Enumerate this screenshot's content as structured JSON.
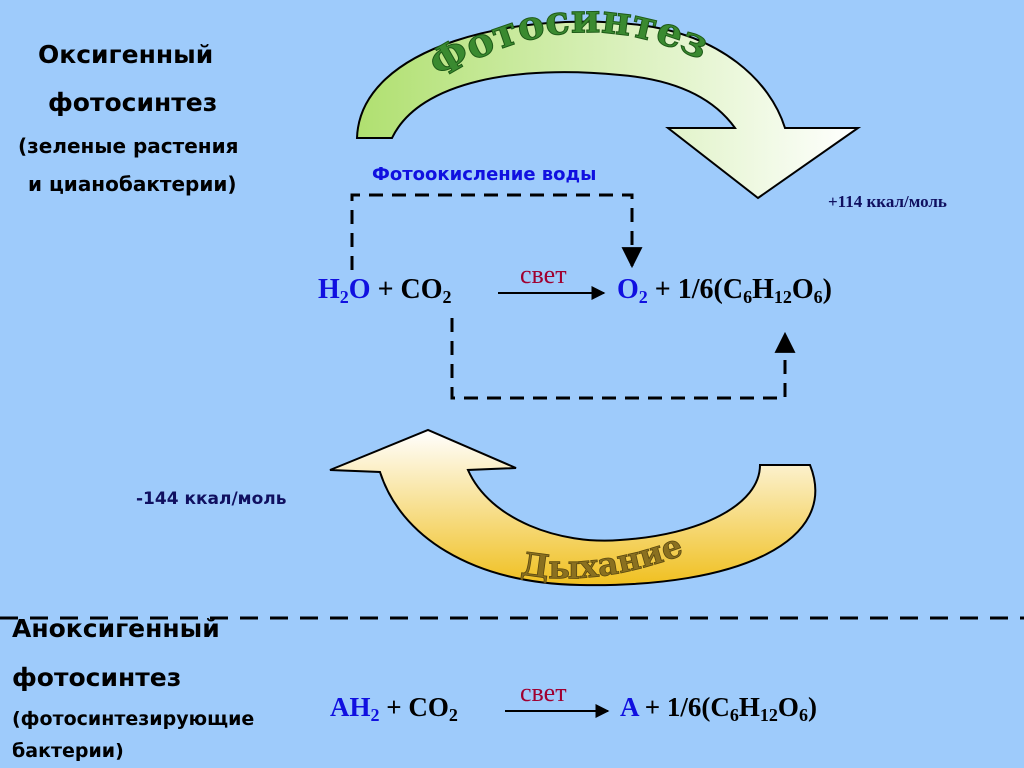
{
  "oxygenic": {
    "title_line1": "Оксигенный",
    "title_line2": "фотосинтез",
    "subtitle_line1": "(зеленые растения",
    "subtitle_line2": "и цианобактерии)"
  },
  "arcs": {
    "top_label": "Фотосинтез",
    "bottom_label": "Дыхание",
    "top_colors": {
      "start": "#b0e070",
      "end": "#ffffff",
      "text": "#3a8a30"
    },
    "bottom_colors": {
      "start": "#ffffff",
      "end": "#f0c020",
      "text": "#8a7020"
    }
  },
  "photooxidation_label": "Фотоокисление воды",
  "energy": {
    "plus": "+114 ккал/моль",
    "minus": "-144 ккал/моль"
  },
  "equation1": {
    "h2o": {
      "main": "H",
      "sub": "2",
      "tail": "O"
    },
    "plus_co2": {
      "main": " + CO",
      "sub": "2"
    },
    "arrow_label": "свет",
    "o2": {
      "main": "O",
      "sub": "2"
    },
    "glucose": {
      "a": " + 1/6(C",
      "s1": "6",
      "b": "H",
      "s2": "12",
      "c": "O",
      "s3": "6",
      "d": ")"
    }
  },
  "anoxygenic": {
    "title_line1": "Аноксигенный",
    "title_line2": "фотосинтез",
    "subtitle_line1": "(фотосинтезирующие",
    "subtitle_line2": "бактерии)"
  },
  "equation2": {
    "ah2": {
      "main": "AH",
      "sub": "2"
    },
    "plus_co2": {
      "main": " + CO",
      "sub": "2"
    },
    "arrow_label": "свет",
    "a": "A",
    "glucose": {
      "a": " + 1/6(C",
      "s1": "6",
      "b": "H",
      "s2": "12",
      "c": "O",
      "s3": "6",
      "d": ")"
    }
  }
}
